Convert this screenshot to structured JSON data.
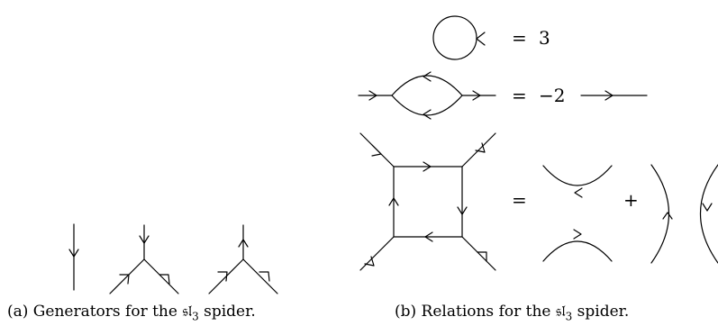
{
  "captions": {
    "a_prefix": "(a) Generators for the",
    "a_symbol": "𝔰𝔩",
    "a_sub": "3",
    "a_suffix": "spider.",
    "b_prefix": "(b) Relations for the",
    "b_symbol": "𝔰𝔩",
    "b_sub": "3",
    "b_suffix": "spider."
  },
  "relations": {
    "loop": {
      "equals": "=",
      "value": "3"
    },
    "bubble": {
      "equals": "=",
      "value": "−2"
    },
    "square": {
      "equals": "=",
      "plus": "+"
    }
  }
}
